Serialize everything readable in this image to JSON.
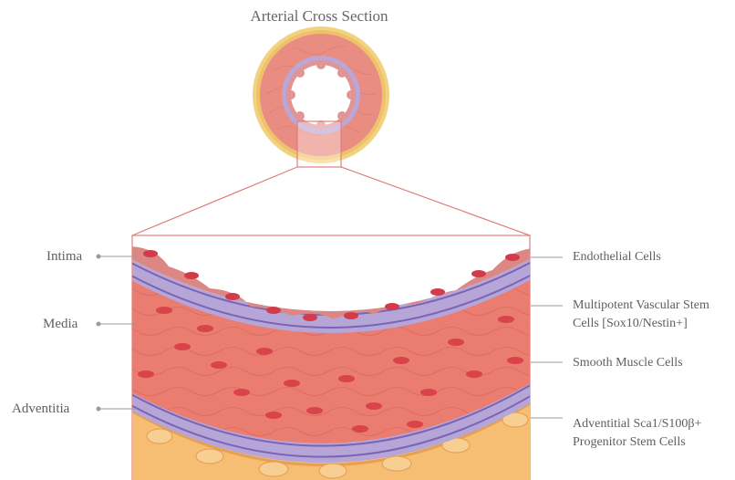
{
  "title": "Arterial Cross Section",
  "left_labels": {
    "intima": "Intima",
    "media": "Media",
    "adventitia": "Adventitia"
  },
  "right_labels": {
    "endothelial": "Endothelial Cells",
    "stem_line1": "Multipotent Vascular Stem",
    "stem_line2": "Cells [Sox10/Nestin+]",
    "smooth_muscle": "Smooth Muscle Cells",
    "adventitial_line1": "Adventitial Sca1/S100β+",
    "adventitial_line2": "Progenitor Stem Cells"
  },
  "colors": {
    "media": "#e97a6f",
    "intima_band": "#b7a6d8",
    "endothelium": "#d9807c",
    "adventitia": "#f3b768",
    "outer_ring": "#f0cf7a",
    "frame": "#e08886"
  }
}
